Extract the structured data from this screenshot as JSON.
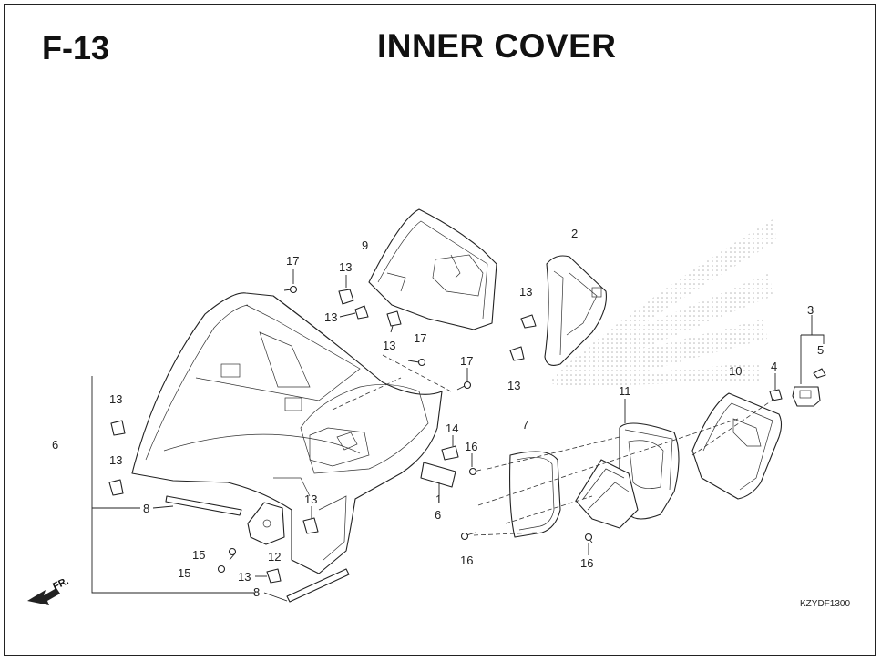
{
  "header": {
    "code": "F-13",
    "title": "INNER COVER"
  },
  "direction_label": "FR.",
  "reference_code": "KZYDF1300",
  "callouts": [
    {
      "id": "c2",
      "text": "2"
    },
    {
      "id": "c9",
      "text": "9"
    },
    {
      "id": "c17a",
      "text": "17"
    },
    {
      "id": "c13a",
      "text": "13"
    },
    {
      "id": "c13b",
      "text": "13"
    },
    {
      "id": "c13c",
      "text": "13"
    },
    {
      "id": "c17b",
      "text": "17"
    },
    {
      "id": "c13d",
      "text": "13"
    },
    {
      "id": "c17c",
      "text": "17"
    },
    {
      "id": "c13e",
      "text": "13"
    },
    {
      "id": "c3",
      "text": "3"
    },
    {
      "id": "c5",
      "text": "5"
    },
    {
      "id": "c10",
      "text": "10"
    },
    {
      "id": "c4",
      "text": "4"
    },
    {
      "id": "c11",
      "text": "11"
    },
    {
      "id": "c13f",
      "text": "13"
    },
    {
      "id": "c6a",
      "text": "6"
    },
    {
      "id": "c7",
      "text": "7"
    },
    {
      "id": "c14",
      "text": "14"
    },
    {
      "id": "c16a",
      "text": "16"
    },
    {
      "id": "c13g",
      "text": "13"
    },
    {
      "id": "c1",
      "text": "1"
    },
    {
      "id": "c6b",
      "text": "6"
    },
    {
      "id": "c8a",
      "text": "8"
    },
    {
      "id": "c13h",
      "text": "13"
    },
    {
      "id": "c15a",
      "text": "15"
    },
    {
      "id": "c12",
      "text": "12"
    },
    {
      "id": "c15b",
      "text": "15"
    },
    {
      "id": "c13i",
      "text": "13"
    },
    {
      "id": "c16b",
      "text": "16"
    },
    {
      "id": "c16c",
      "text": "16"
    },
    {
      "id": "c8b",
      "text": "8"
    }
  ]
}
